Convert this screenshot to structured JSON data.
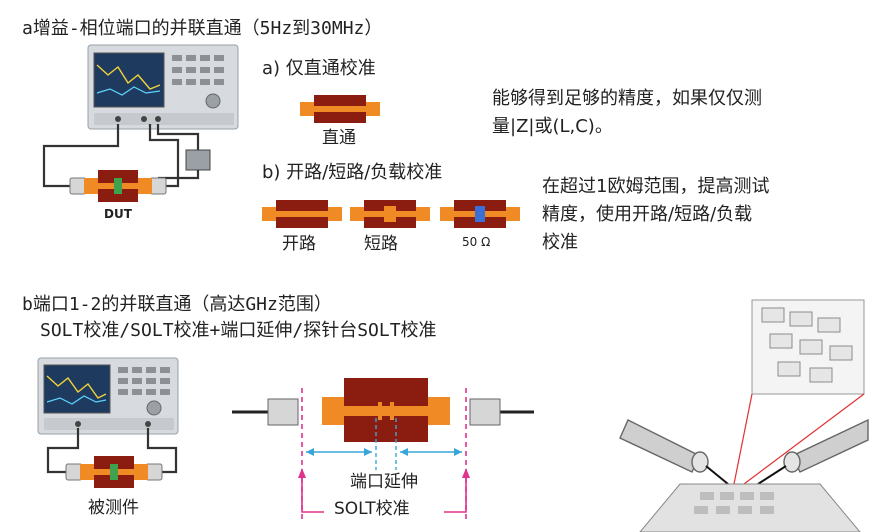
{
  "section_a": {
    "title": "a增益-相位端口的并联直通（5Hz到30MHz）",
    "dut_label": "DUT",
    "step_a_title": "a) 仅直通校准",
    "thru_label": "直通",
    "desc_a_line1": "能够得到足够的精度，如果仅仅测",
    "desc_a_line2": "量|Z|或(L,C)。",
    "step_b_title": "b) 开路/短路/负载校准",
    "open_label": "开路",
    "short_label": "短路",
    "load_label": "50 Ω",
    "desc_b_line1": "在超过1欧姆范围，提高测试",
    "desc_b_line2": "精度，使用开路/短路/负载",
    "desc_b_line3": "校准"
  },
  "section_b": {
    "title_line1": "b端口1-2的并联直通（高达GHz范围）",
    "title_line2": "SOLT校准/SOLT校准+端口延伸/探针台SOLT校准",
    "dut_label": "被测件",
    "port_ext_label": "端口延伸",
    "solt_label": "SOLT校准"
  },
  "colors": {
    "fixture_dark": "#8a1c10",
    "fixture_orange": "#f08a24",
    "arrow_cyan": "#3aa6d8",
    "marker_magenta": "#e0338a",
    "beam_red": "#e03030"
  }
}
